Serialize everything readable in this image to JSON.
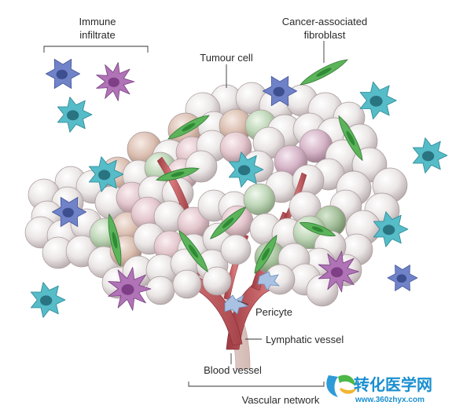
{
  "labels": {
    "immune_line1": "Immune",
    "immune_line2": "infiltrate",
    "caf_line1": "Cancer-associated",
    "caf_line2": "fibroblast",
    "tumour_cell": "Tumour cell",
    "pericyte": "Pericyte",
    "lymphatic_vessel": "Lymphatic vessel",
    "blood_vessel": "Blood vessel",
    "vascular_network": "Vascular network"
  },
  "watermark": {
    "chinese": "转化医学网",
    "url": "www.360zhyx.com",
    "brand_color": "#1a8fd0",
    "logo_colors": [
      "#2e9ad8",
      "#4cb848",
      "#f2b632"
    ]
  },
  "colors": {
    "cell_pale": "#e9e4e3",
    "cell_pink": "#e6cbd0",
    "cell_tan": "#ddc3b7",
    "cell_green": "#b9d2b2",
    "vessel_red": "#c85a60",
    "lymphatic": "#ecdad6",
    "fibroblast_green": "#4aa04a",
    "immune_cyan": "#4fb7c3",
    "immune_blue": "#6a7cc4",
    "immune_purple": "#a05ca8",
    "pericyte_blue": "#a7bfe0"
  }
}
